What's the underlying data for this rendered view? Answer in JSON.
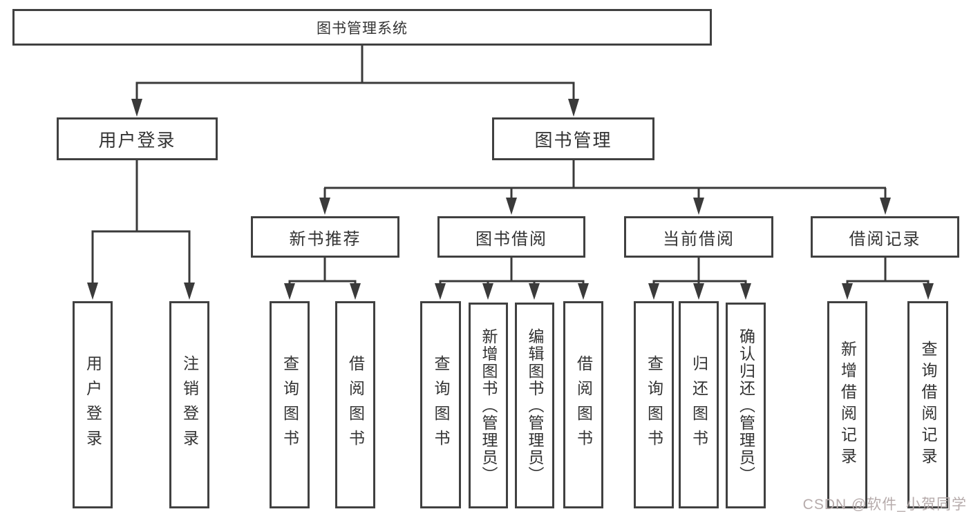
{
  "diagram": {
    "root": {
      "label": "图书管理系统"
    },
    "level2": [
      {
        "id": "user-login",
        "label": "用户登录"
      },
      {
        "id": "book-management",
        "label": "图书管理"
      }
    ],
    "level3": [
      {
        "id": "new-book-recommend",
        "label": "新书推荐"
      },
      {
        "id": "book-borrow",
        "label": "图书借阅"
      },
      {
        "id": "current-borrow",
        "label": "当前借阅"
      },
      {
        "id": "borrow-records",
        "label": "借阅记录"
      }
    ],
    "leaves": [
      {
        "id": "user-login-leaf",
        "label": "用户登录",
        "parent": "用户登录"
      },
      {
        "id": "logout",
        "label": "注销登录",
        "parent": "用户登录"
      },
      {
        "id": "query-books-recommend",
        "label": "查询图书",
        "parent": "新书推荐"
      },
      {
        "id": "borrow-books-recommend",
        "label": "借阅图书",
        "parent": "新书推荐"
      },
      {
        "id": "query-books-borrow",
        "label": "查询图书",
        "parent": "图书借阅"
      },
      {
        "id": "add-books-admin",
        "label": "新增图书（管理员）",
        "parent": "图书借阅"
      },
      {
        "id": "edit-books-admin",
        "label": "编辑图书（管理员）",
        "parent": "图书借阅"
      },
      {
        "id": "borrow-books-borrow",
        "label": "借阅图书",
        "parent": "图书借阅"
      },
      {
        "id": "query-books-current",
        "label": "查询图书",
        "parent": "当前借阅"
      },
      {
        "id": "return-books",
        "label": "归还图书",
        "parent": "当前借阅"
      },
      {
        "id": "confirm-return-admin",
        "label": "确认归还（管理员）",
        "parent": "当前借阅"
      },
      {
        "id": "add-borrow-record",
        "label": "新增借阅记录",
        "parent": "借阅记录"
      },
      {
        "id": "query-borrow-record",
        "label": "查询借阅记录",
        "parent": "借阅记录"
      }
    ]
  },
  "watermark": {
    "text": "CSDN @软件_小贺同学"
  },
  "colors": {
    "line": "#3a3a3a",
    "box_border": "#404040",
    "text": "#333333",
    "background": "#ffffff",
    "watermark": "#b6abab"
  }
}
